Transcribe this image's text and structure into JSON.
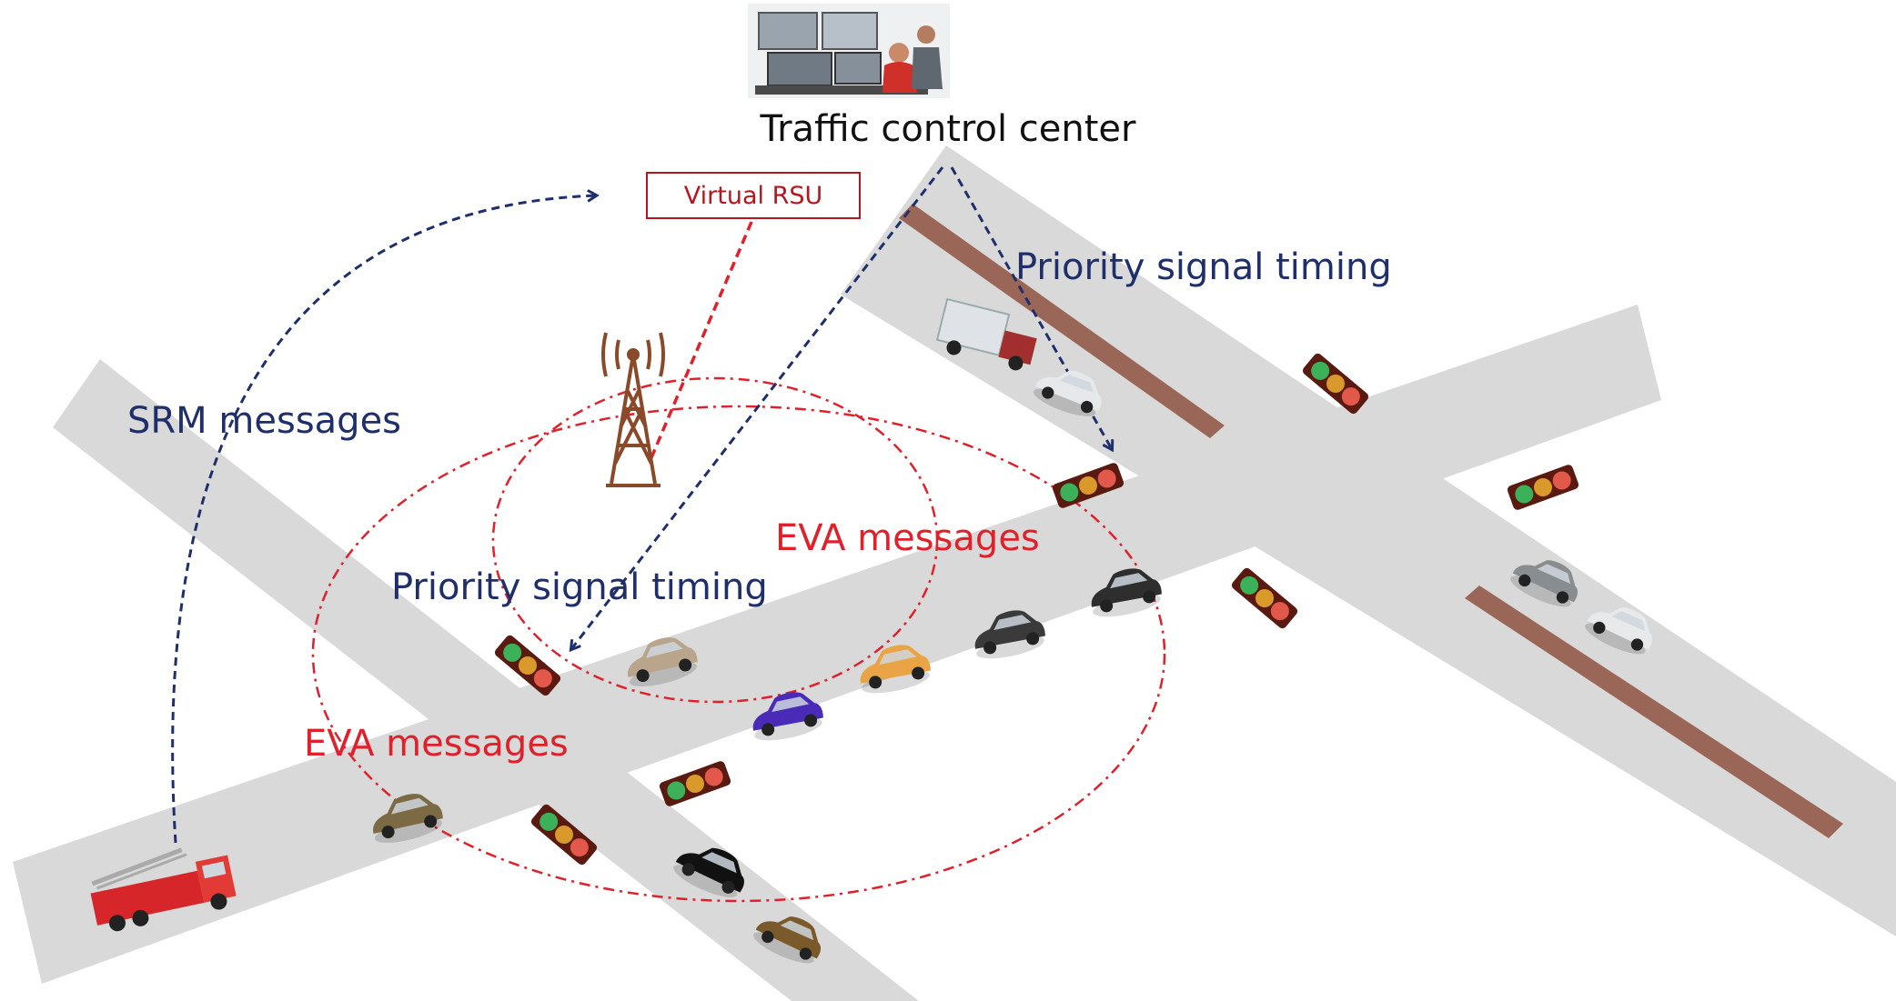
{
  "labels": {
    "traffic_control_center": "Traffic control center",
    "virtual_rsu": "Virtual RSU",
    "priority_signal_timing_top": "Priority signal timing",
    "priority_signal_timing_mid": "Priority signal timing",
    "srm_messages": "SRM messages",
    "eva_messages_right": "EVA messages",
    "eva_messages_left": "EVA messages"
  },
  "colors": {
    "road": "#d9d9d9",
    "median": "#9a6658",
    "arrow": "#1f2f6b",
    "eva_circle": "#e0202a",
    "rsu_link": "#e0202a",
    "tower": "#8a4a2a"
  },
  "icons": {
    "control_center": "control-room-photo",
    "tower": "radio-tower-icon",
    "fire_truck": "fire-truck-icon",
    "truck": "delivery-truck-icon",
    "car": "car-icon",
    "signal": "traffic-light-icon"
  }
}
